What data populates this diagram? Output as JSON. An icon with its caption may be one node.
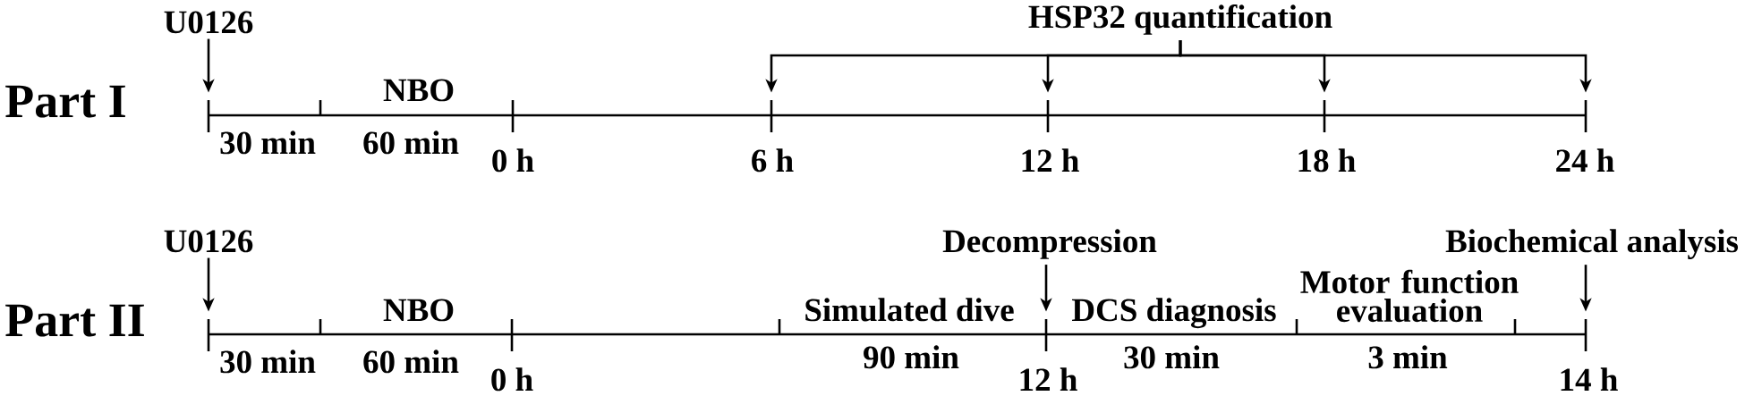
{
  "diagram": {
    "nodes": [
      {
        "text": [
          "U0126"
        ]
      },
      {
        "text": [
          "HSP32 quantification"
        ]
      },
      {
        "text": [],
        "shape": "bar"
      },
      {
        "text": [
          "U0126"
        ]
      },
      {
        "text": [
          "Decompression"
        ]
      },
      {
        "text": [
          "Biochemical analysis"
        ]
      },
      {
        "text": [],
        "shape": "bar"
      }
    ],
    "edges": [
      {
        "from": 0,
        "to": 2,
        "arrow": "to"
      },
      {
        "from": 1,
        "to": 2,
        "arrow": "to"
      },
      {
        "from": 1,
        "to": 2,
        "arrow": "to"
      },
      {
        "from": 1,
        "to": 2,
        "arrow": "to"
      },
      {
        "from": 1,
        "to": 2,
        "arrow": "to"
      },
      {
        "from": 3,
        "to": 6,
        "arrow": "to"
      },
      {
        "from": 4,
        "to": 6,
        "arrow": "to"
      },
      {
        "from": 5,
        "to": 6,
        "arrow": "to"
      }
    ],
    "labels": [
      "Part I",
      "NBO",
      "30 min",
      "60 min",
      "0 h",
      "6 h",
      "12 h",
      "18 h",
      "24 h",
      "Part II",
      "NBO",
      "Simulated dive",
      "DCS diagnosis",
      "Motor function evaluation",
      "30 min",
      "60 min",
      "0 h",
      "90 min",
      "12 h",
      "30 min",
      "3 min",
      "14 h"
    ]
  }
}
